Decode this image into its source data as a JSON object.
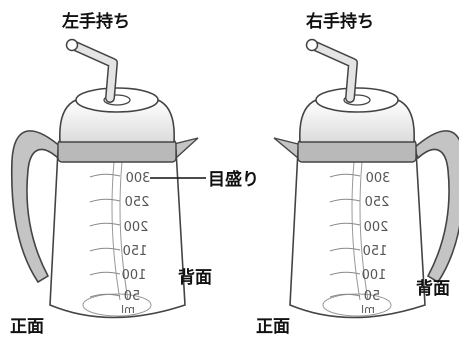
{
  "labels": {
    "left_title": "左手持ち",
    "right_title": "右手持ち",
    "scale_callout": "目盛り",
    "back_left": "背面",
    "back_right": "背面",
    "front_left": "正面",
    "front_right": "正面"
  },
  "scale_marks": [
    "300",
    "250",
    "200",
    "150",
    "100",
    "50",
    "ml"
  ]
}
